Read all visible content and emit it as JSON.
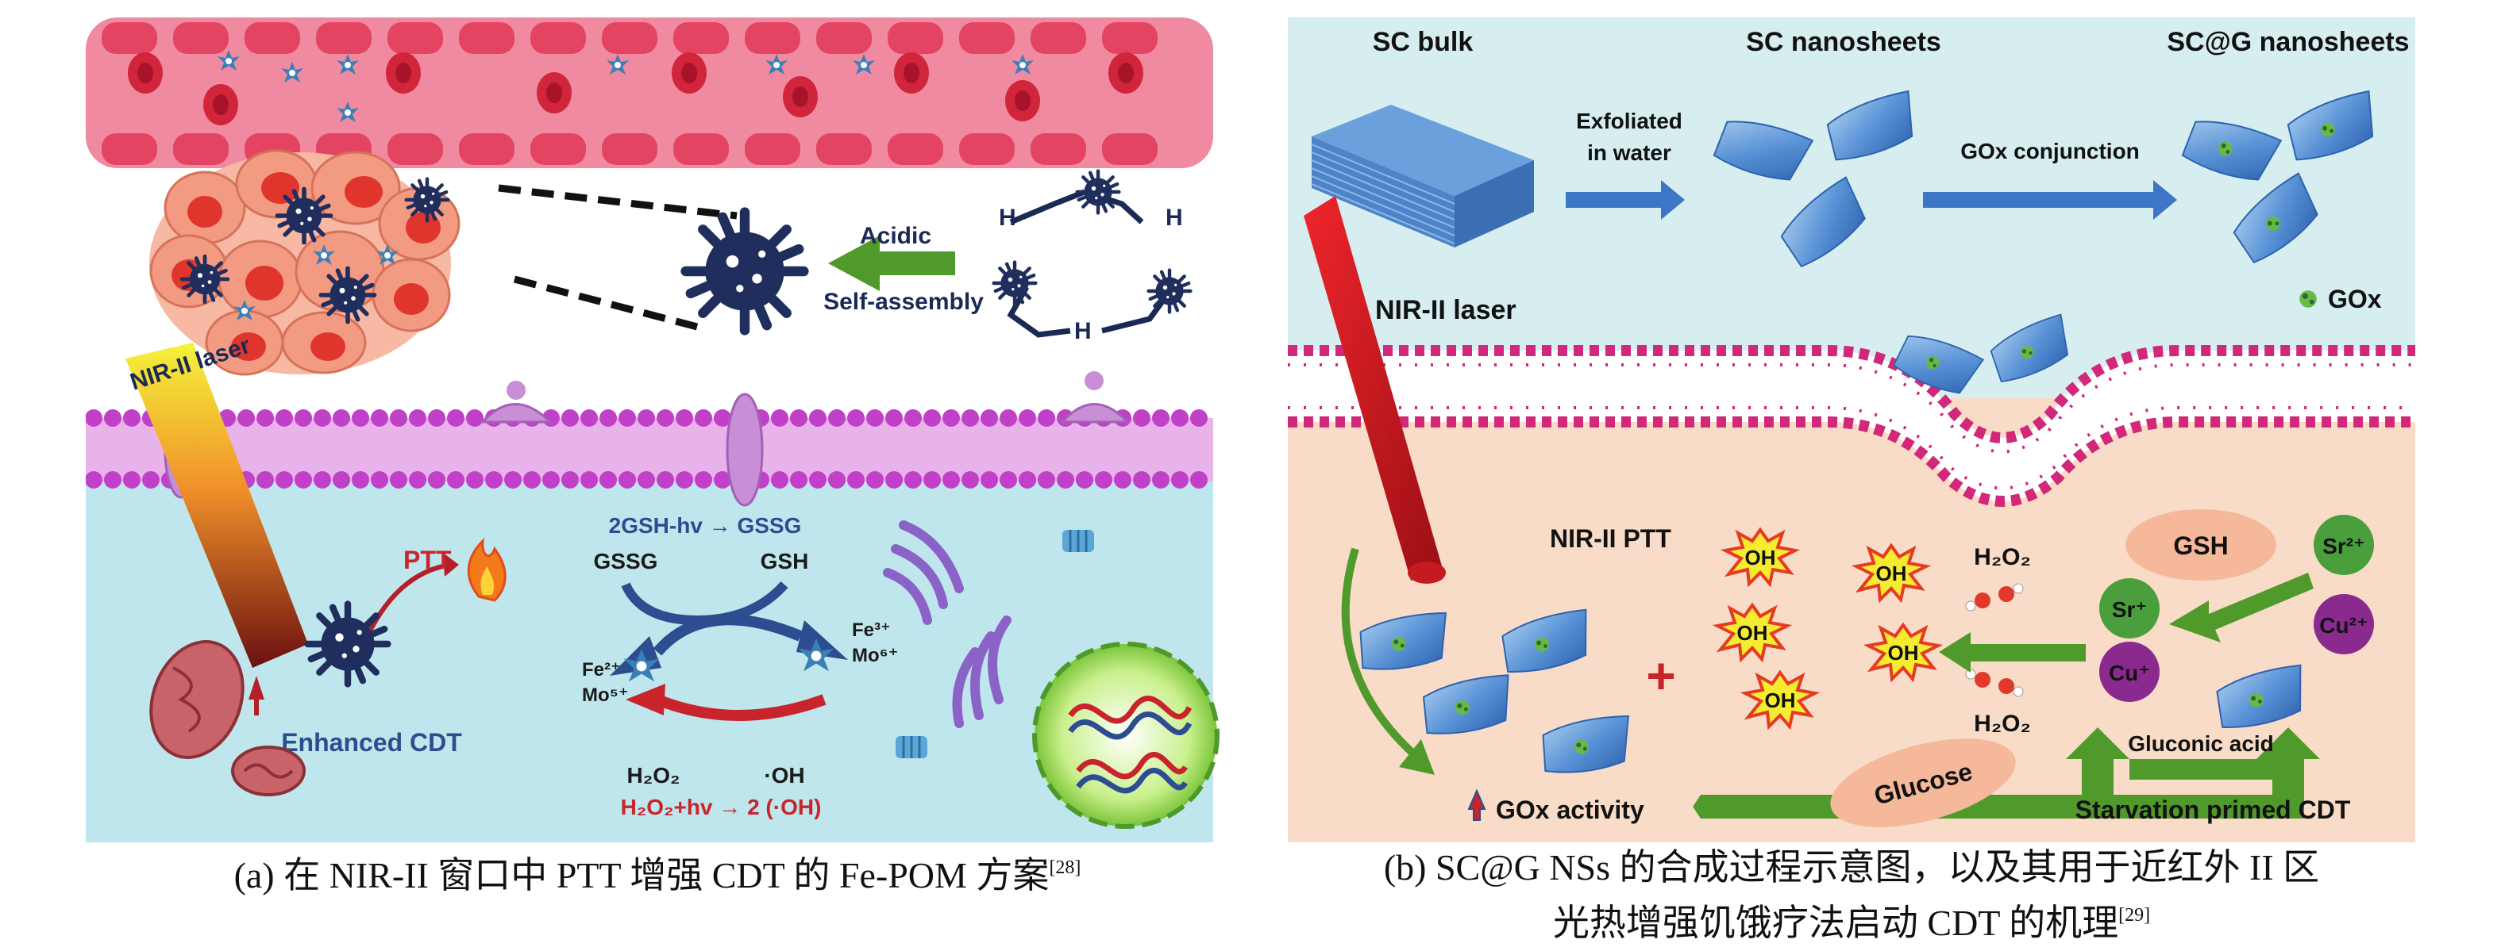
{
  "panel_a": {
    "labels": {
      "acidic": "Acidic",
      "self_assembly": "Self-assembly",
      "h": "H",
      "nir_laser": "NIR-II laser",
      "ptt": "PTT",
      "gsh_reaction": "2GSH-hv → GSSG",
      "gssg": "GSSG",
      "gsh": "GSH",
      "fe2": "Fe²⁺",
      "mo5": "Mo⁵⁺",
      "fe3": "Fe³⁺",
      "mo6": "Mo⁶⁺",
      "enhanced_cdt": "Enhanced CDT",
      "h2o2": "H₂O₂",
      "oh": "·OH",
      "h2o2_reaction": "H₂O₂+hv → 2 (·OH)"
    }
  },
  "panel_b": {
    "labels": {
      "sc_bulk": "SC bulk",
      "sc_nanosheets": "SC nanosheets",
      "scg_nanosheets": "SC@G nanosheets",
      "exfoliated_1": "Exfoliated",
      "exfoliated_2": "in water",
      "gox_conjunction": "GOx conjunction",
      "gox": "GOx",
      "nir_laser": "NIR-II laser",
      "nir_ptt": "NIR-II PTT",
      "oh": "OH",
      "h2o2": "H₂O₂",
      "gsh": "GSH",
      "sr2": "Sr²⁺",
      "sr1": "Sr⁺",
      "cu1": "Cu⁺",
      "cu2": "Cu²⁺",
      "glucose": "Glucose",
      "gluconic_acid": "Gluconic acid",
      "gox_activity": "GOx activity",
      "starvation": "Starvation primed CDT",
      "plus": "+"
    }
  },
  "captions": {
    "a_text": "(a) 在 NIR-II 窗口中 PTT 增强 CDT 的 Fe-POM 方案",
    "a_ref": "[28]",
    "b_line1": "(b) SC@G NSs 的合成过程示意图，以及其用于近红外 II 区",
    "b_line2": "光热增强饥饿疗法启动 CDT 的机理",
    "b_ref": "[29]"
  },
  "colors": {
    "vessel": "#e8556e",
    "cell_pink": "#f3a38f",
    "membrane": "#c040c8",
    "cytoplasm_a": "#bfe6ec",
    "bg_b_top": "#d6eef0",
    "bg_b_bottom": "#f8dcc7",
    "arrow_green": "#4f9a2a",
    "arrow_blue": "#3d76c6",
    "laser_red": "#d91f26"
  }
}
